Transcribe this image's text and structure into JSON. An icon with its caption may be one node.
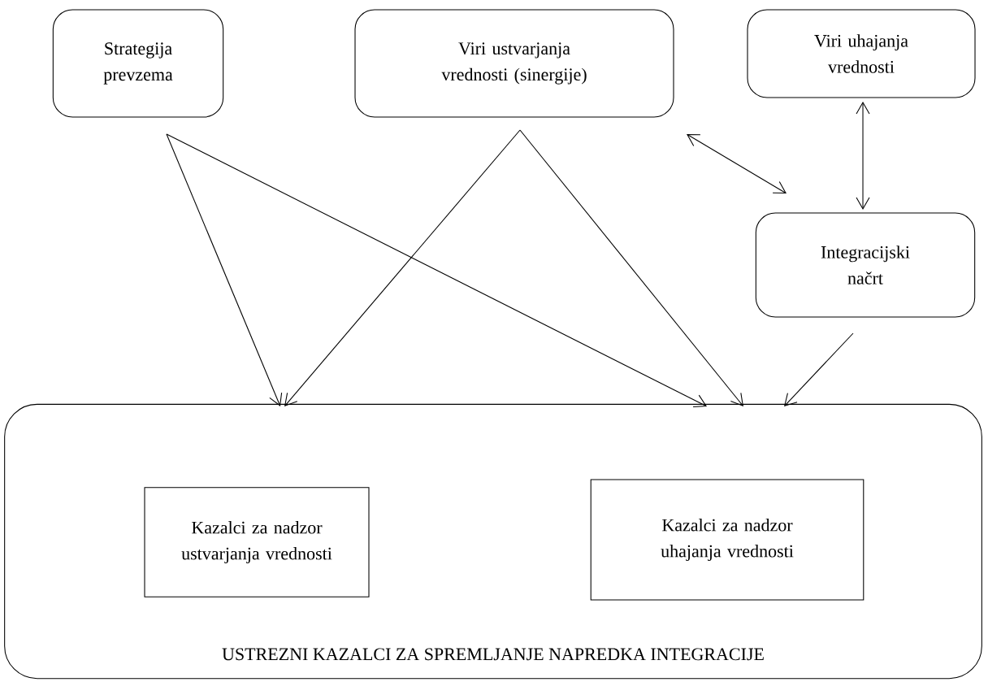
{
  "diagram": {
    "nodes": [
      {
        "text": [
          "Strategija prevzema"
        ]
      },
      {
        "text": [
          "Viri ustvarjanja vrednosti (sinergije)"
        ]
      },
      {
        "text": [
          "Viri uhajanja vrednosti"
        ]
      },
      {
        "text": [
          "Integracijski načrt"
        ]
      },
      {
        "text": [
          "USTREZNI KAZALCI ZA SPREMLJANJE NAPREDKA INTEGRACIJE"
        ]
      },
      {
        "text": [
          "Kazalci za nadzor ustvarjanja vrednosti"
        ],
        "in": 4
      },
      {
        "text": [
          "Kazalci za nadzor uhajanja vrednosti"
        ],
        "in": 4
      }
    ],
    "edges": [
      {
        "from": 0,
        "to": 4,
        "arrow": "to"
      },
      {
        "from": 0,
        "to": 4,
        "arrow": "to"
      },
      {
        "from": 1,
        "to": 4,
        "arrow": "to"
      },
      {
        "from": 1,
        "to": 4,
        "arrow": "to"
      },
      {
        "from": 1,
        "to": 3,
        "arrow": "both"
      },
      {
        "from": 2,
        "to": 3,
        "arrow": "both"
      },
      {
        "from": 3,
        "to": 4,
        "arrow": "to"
      }
    ]
  }
}
